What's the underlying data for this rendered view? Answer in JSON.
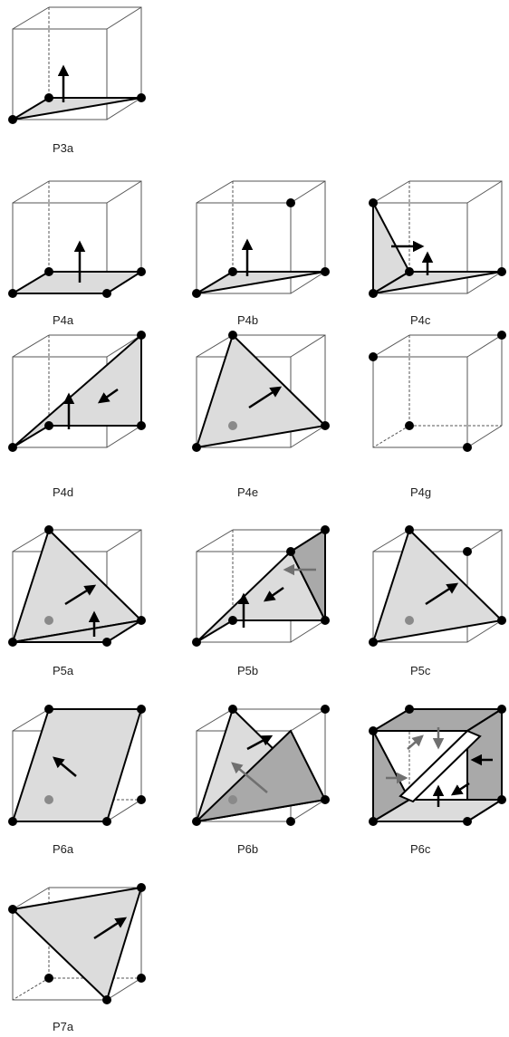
{
  "figure": {
    "cases": [
      {
        "id": "P3a",
        "label": "P3a"
      },
      {
        "id": "P4a",
        "label": "P4a"
      },
      {
        "id": "P4b",
        "label": "P4b"
      },
      {
        "id": "P4c",
        "label": "P4c"
      },
      {
        "id": "P4d",
        "label": "P4d"
      },
      {
        "id": "P4e",
        "label": "P4e"
      },
      {
        "id": "P4g",
        "label": "P4g"
      },
      {
        "id": "P5a",
        "label": "P5a"
      },
      {
        "id": "P5b",
        "label": "P5b"
      },
      {
        "id": "P5c",
        "label": "P5c"
      },
      {
        "id": "P6a",
        "label": "P6a"
      },
      {
        "id": "P6b",
        "label": "P6b"
      },
      {
        "id": "P6c",
        "label": "P6c"
      },
      {
        "id": "P7a",
        "label": "P7a"
      }
    ],
    "colors": {
      "cube_edge": "#333333",
      "face_light": "#dcdcdc",
      "face_dark": "#a9a9a9",
      "vertex": "#000000",
      "vertex_hidden": "#8a8a8a",
      "arrow": "#000000",
      "arrow_gray": "#707070"
    }
  }
}
